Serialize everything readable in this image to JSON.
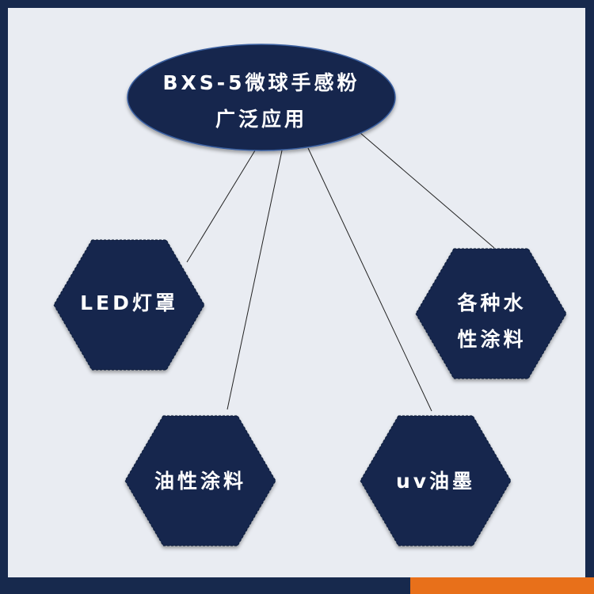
{
  "colors": {
    "border": "#17294d",
    "background": "#e9ecf2",
    "shape_fill": "#13284d",
    "accent_bar": "#e8701a",
    "text": "#ffffff"
  },
  "center": {
    "line1": "BXS-5微球手感粉",
    "line2": "广泛应用"
  },
  "nodes": {
    "led": {
      "line1": "LED灯罩"
    },
    "water": {
      "line1": "各种水",
      "line2": "性涂料"
    },
    "oil": {
      "line1": "油性涂料"
    },
    "uv": {
      "line1": "uv油墨"
    }
  }
}
